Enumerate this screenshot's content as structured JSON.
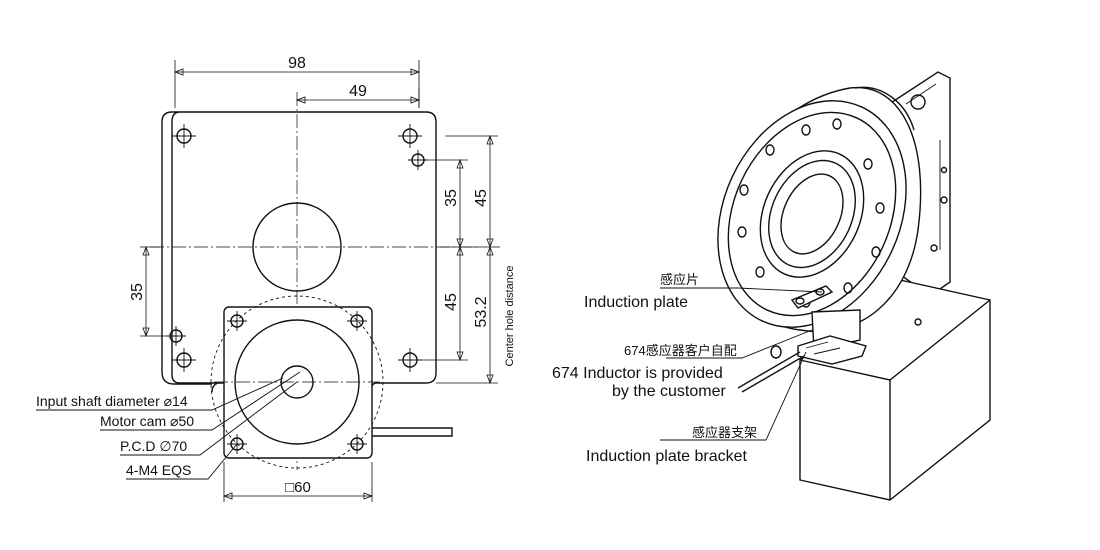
{
  "front_view": {
    "dimensions": {
      "overall_width": "98",
      "half_width": "49",
      "right_upper_35": "35",
      "right_45": "45",
      "left_35": "35",
      "right_lower_45": "45",
      "center_hole_53_2": "53.2",
      "square_60": "□60"
    },
    "side_label": "Center hole distance",
    "callouts": {
      "input_shaft": "Input shaft diameter ⌀14",
      "motor_cam": "Motor cam ⌀50",
      "pcd": "P.C.D ∅70",
      "screws": "4-M4 EQS"
    }
  },
  "iso_view": {
    "induction_plate_cn": "感应片",
    "induction_plate_en": "Induction plate",
    "inductor_cn": "674感应器客户自配",
    "inductor_en_line1": "674 Inductor is provided",
    "inductor_en_line2": "by the customer",
    "bracket_cn": "感应器支架",
    "bracket_en": "Induction plate bracket"
  }
}
